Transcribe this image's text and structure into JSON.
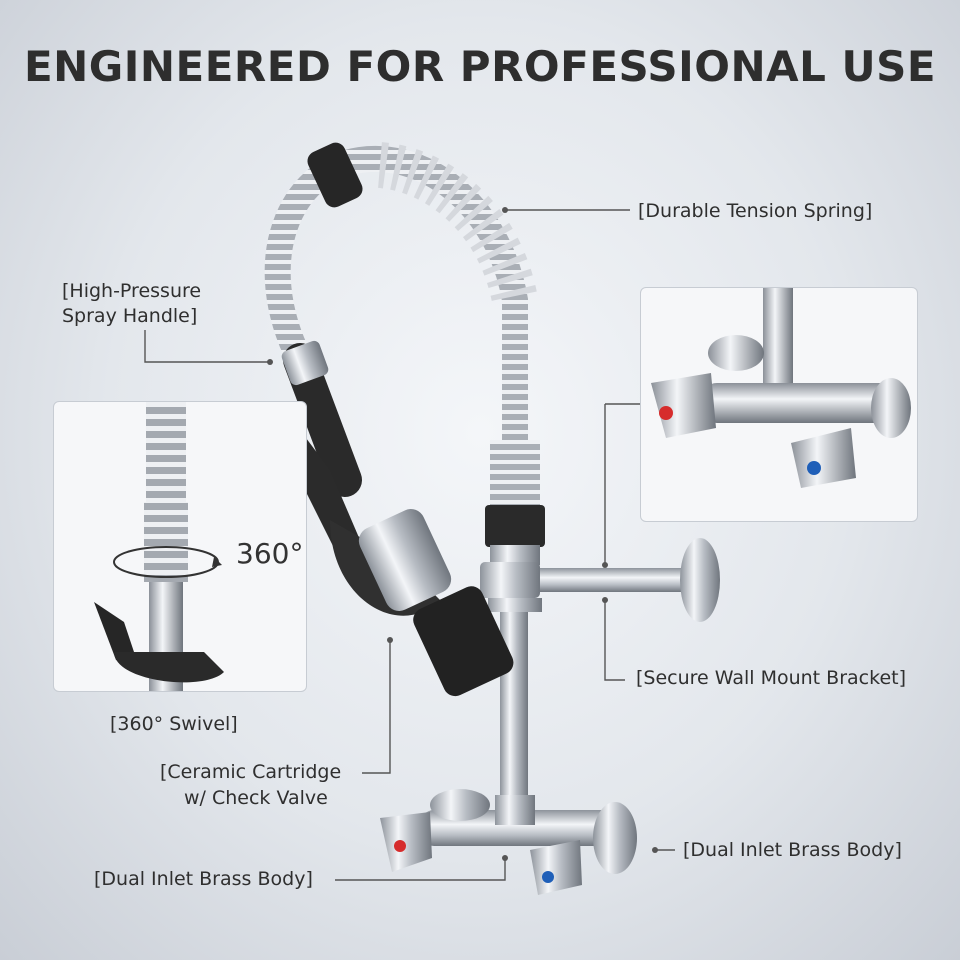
{
  "headline": "ENGINEERED FOR PROFESSIONAL USE",
  "callouts": {
    "tension_spring": "[Durable Tension Spring]",
    "spray_handle_line1": "[High-Pressure",
    "spray_handle_line2": "Spray Handle]",
    "swivel": "[360° Swivel]",
    "cartridge_line1": "[Ceramic Cartridge",
    "cartridge_line2": "w/ Check Valve",
    "wall_bracket": "[Secure Wall Mount Bracket]",
    "brass_body_left": "[Dual Inlet Brass Body]",
    "brass_body_right": "[Dual Inlet Brass Body]"
  },
  "swivel_inset": {
    "rotation_text": "360°"
  },
  "colors": {
    "chrome": "#c9ccd1",
    "black_rubber": "#222222",
    "hot_indicator": "#d62c2c",
    "cold_indicator": "#1f5fb8",
    "leader_line": "#555555"
  }
}
